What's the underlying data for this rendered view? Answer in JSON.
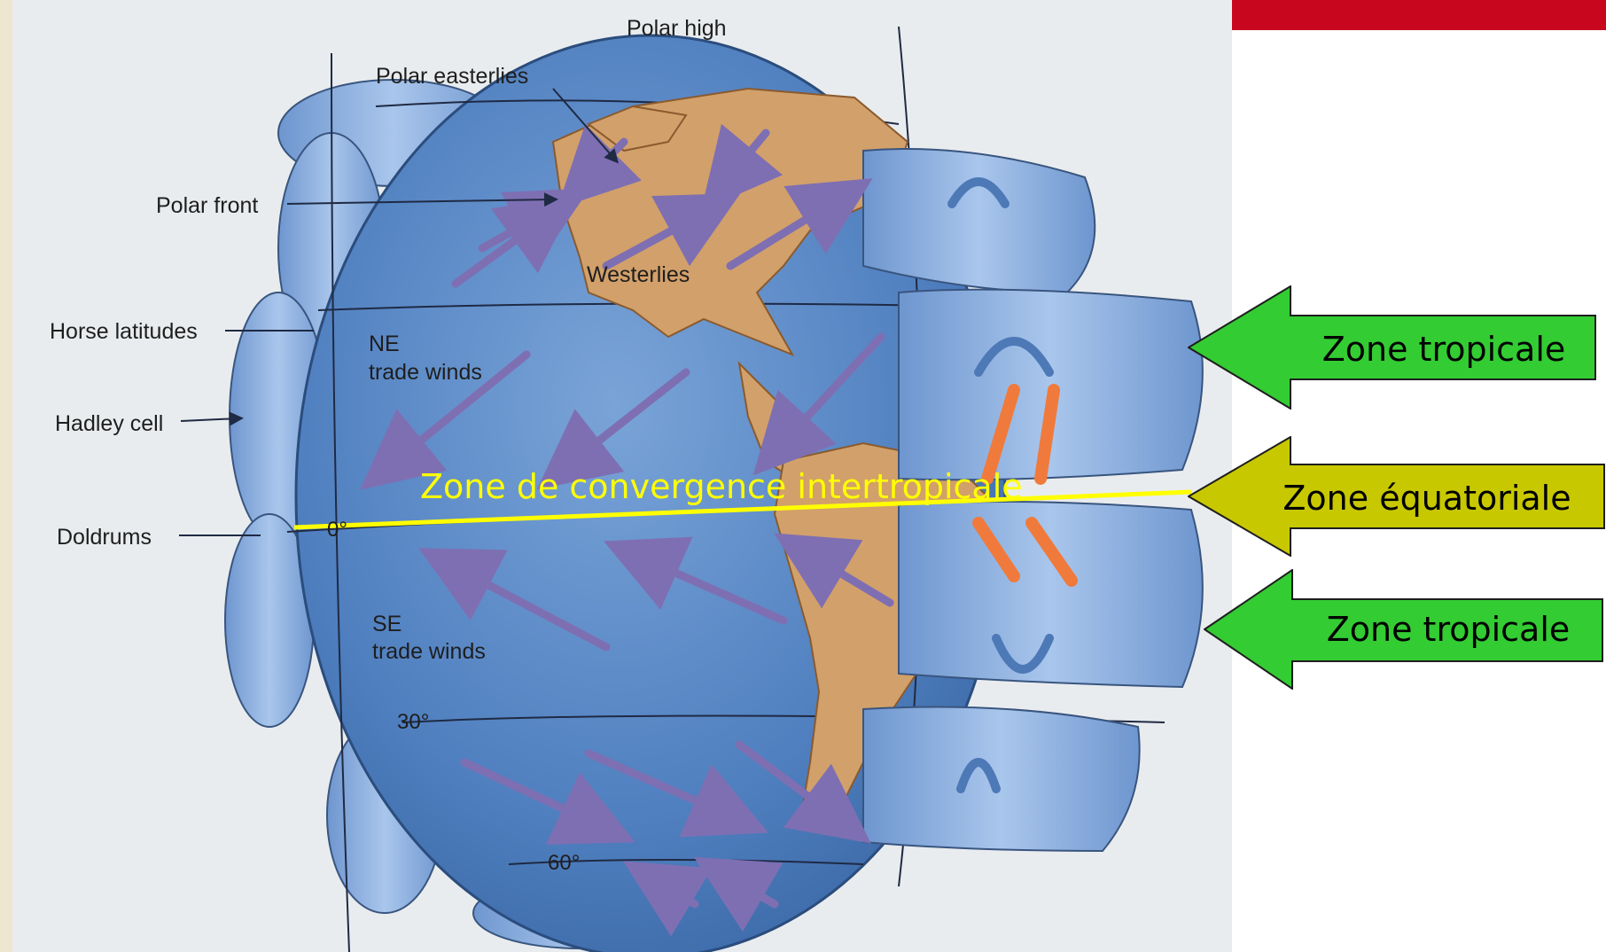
{
  "diagram": {
    "labels": {
      "polar_high": "Polar high",
      "polar_easterlies": "Polar easterlies",
      "polar_front": "Polar front",
      "westerlies": "Westerlies",
      "horse_latitudes": "Horse latitudes",
      "ne_trade_winds_line1": "NE",
      "ne_trade_winds_line2": "trade winds",
      "hadley_cell": "Hadley cell",
      "doldrums": "Doldrums",
      "se_trade_winds_line1": "SE",
      "se_trade_winds_line2": "trade winds",
      "lat_0": "0°",
      "lat_30": "30°",
      "lat_60": "60°"
    },
    "itcz_label": "Zone de convergence intertropicale",
    "itcz_line_color": "#ffff00"
  },
  "zones": [
    {
      "label": "Zone tropicale",
      "color": "#33cc33",
      "border": "#1e1e1e"
    },
    {
      "label": "Zone équatoriale",
      "color": "#c8c800",
      "border": "#1e1e1e"
    },
    {
      "label": "Zone tropicale",
      "color": "#33cc33",
      "border": "#1e1e1e"
    }
  ],
  "theme": {
    "top_bar_color": "#c8071f",
    "left_strip_color": "#efe6d0",
    "ocean_color": "#4f7fbf",
    "land_color": "#d2a06a",
    "cell_color": "#8fb4e2",
    "wind_arrow_color": "#7e6fb3",
    "warm_arrow_color": "#f07a3c"
  }
}
